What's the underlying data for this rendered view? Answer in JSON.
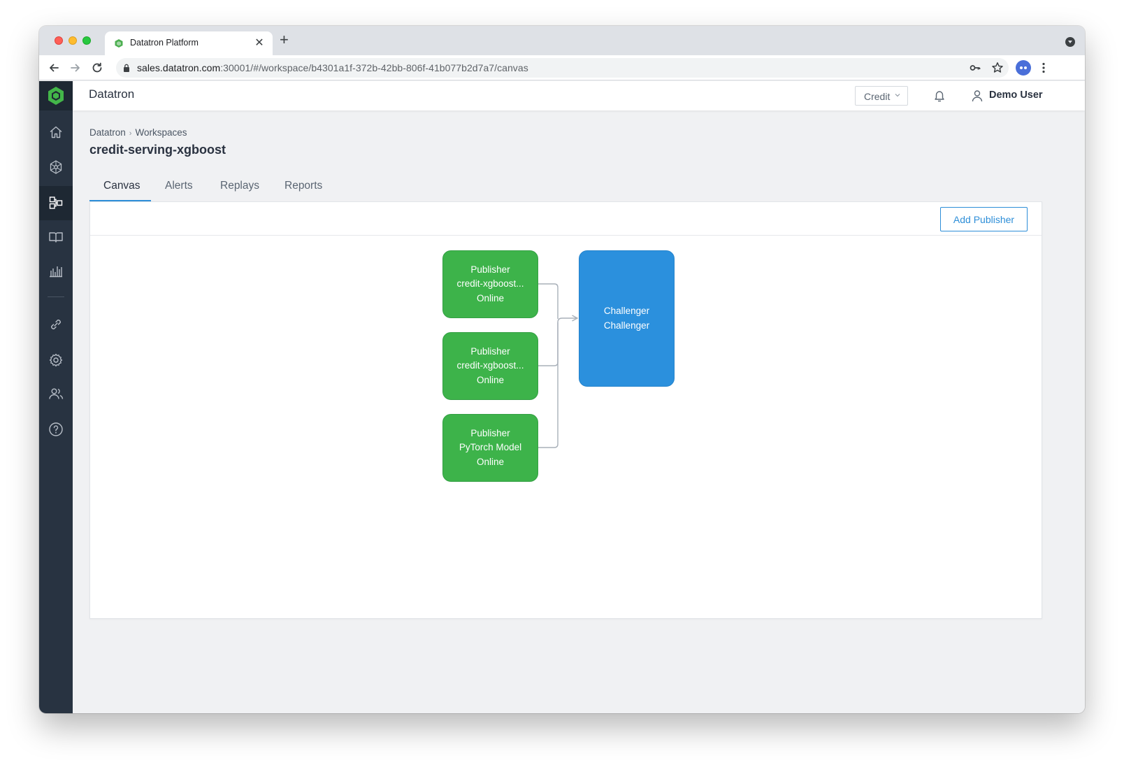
{
  "browser": {
    "tab_title": "Datatron Platform",
    "new_tab_glyph": "+",
    "close_glyph": "✕",
    "url_host": "sales.datatron.com",
    "url_rest": ":30001/#/workspace/b4301a1f-372b-42bb-806f-41b077b2d7a7/canvas"
  },
  "app": {
    "title": "Datatron",
    "selector_value": "Credit",
    "user_name": "Demo User",
    "accent_color": "#2d8ed8",
    "sidebar_color": "#283341"
  },
  "sidebar": {
    "items": [
      {
        "icon": "home-icon"
      },
      {
        "icon": "model-network-icon"
      },
      {
        "icon": "workspaces-icon",
        "active": true
      },
      {
        "icon": "book-icon"
      },
      {
        "icon": "bar-chart-icon"
      },
      {
        "icon": "link-icon"
      },
      {
        "icon": "gear-icon"
      },
      {
        "icon": "users-icon"
      },
      {
        "icon": "help-icon"
      }
    ]
  },
  "breadcrumb": {
    "items": [
      "Datatron",
      "Workspaces"
    ],
    "separator": "›"
  },
  "page": {
    "title": "credit-serving-xgboost"
  },
  "tabs": [
    "Canvas",
    "Alerts",
    "Replays",
    "Reports"
  ],
  "active_tab": "Canvas",
  "canvas": {
    "add_publisher_label": "Add Publisher",
    "publisher_color": "#3db34a",
    "challenger_color": "#2b90dd",
    "publishers": [
      {
        "type": "Publisher",
        "name": "credit-xgboost...",
        "status": "Online"
      },
      {
        "type": "Publisher",
        "name": "credit-xgboost...",
        "status": "Online"
      },
      {
        "type": "Publisher",
        "name": "PyTorch Model",
        "status": "Online"
      }
    ],
    "challenger": {
      "line1": "Challenger",
      "line2": "Challenger"
    }
  }
}
